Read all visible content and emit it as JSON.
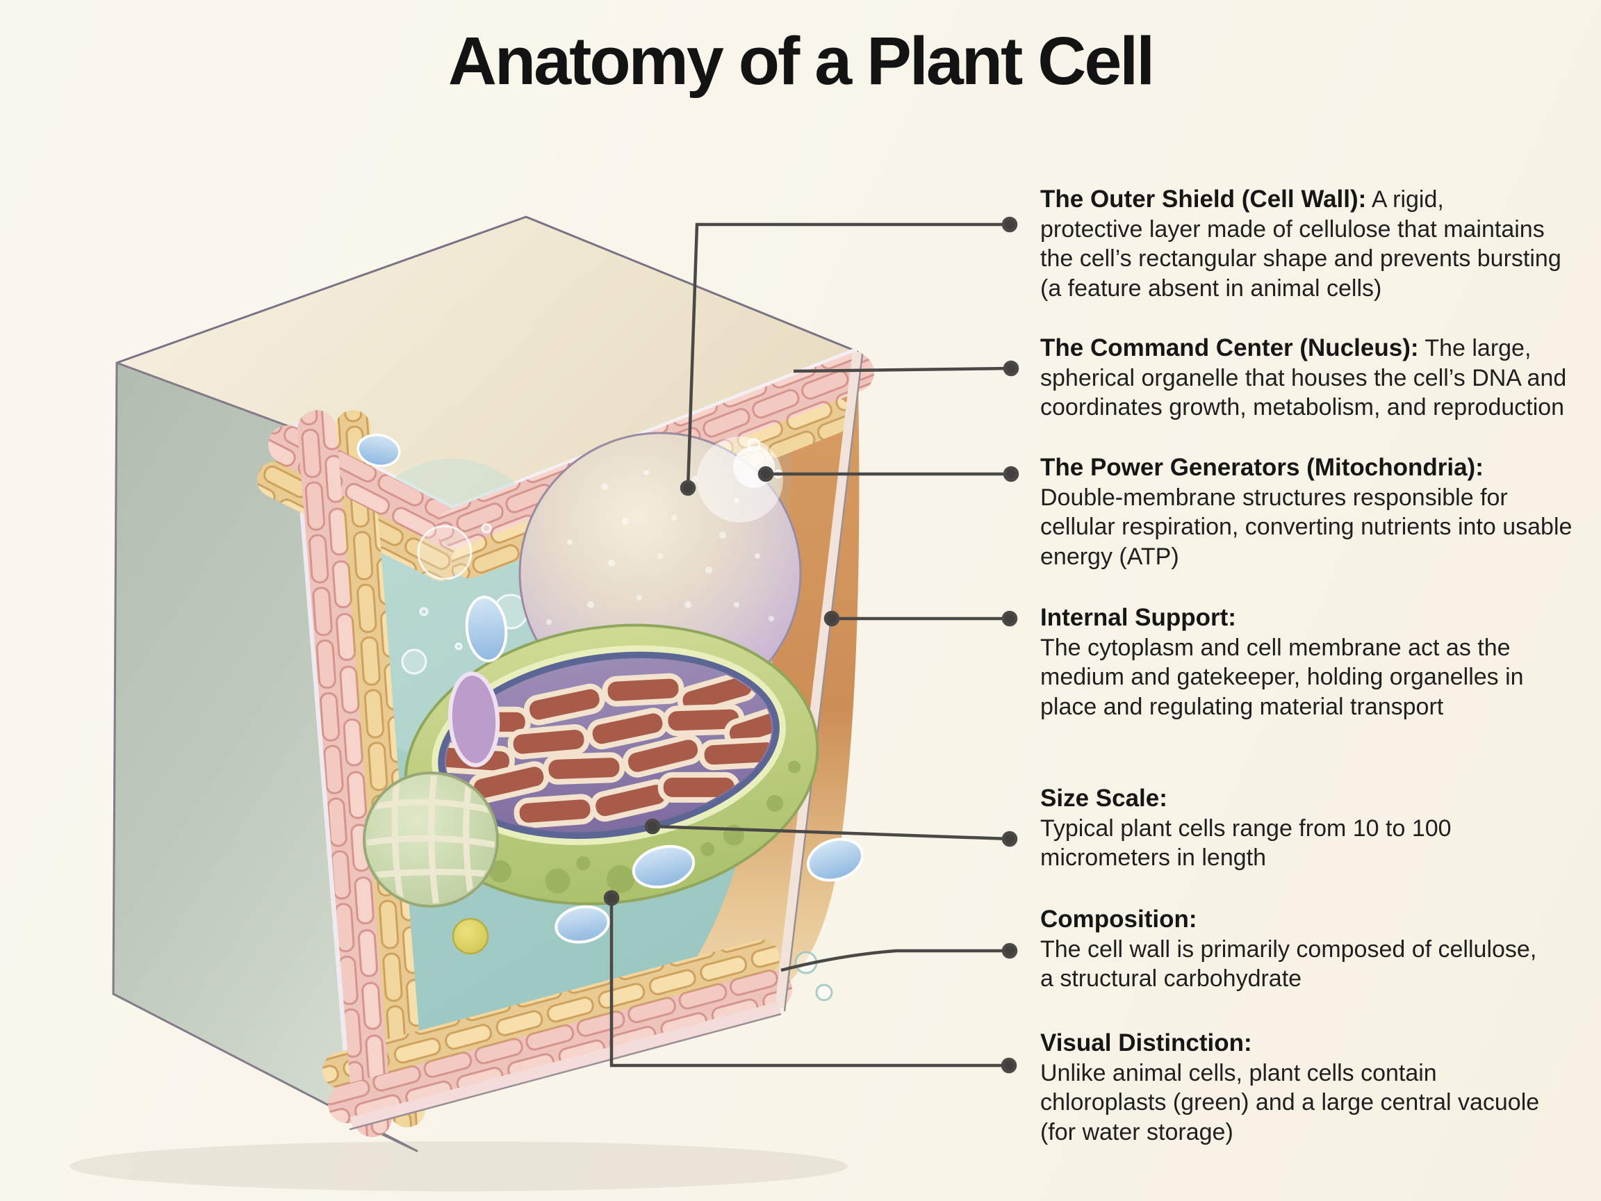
{
  "title": "Anatomy of a Plant Cell",
  "labels": [
    {
      "heading": "The Outer Shield (Cell Wall):",
      "suffix": " A rigid,",
      "lines": [
        "protective layer made of cellulose that maintains",
        "the cell’s rectangular shape and prevents bursting",
        "(a feature absent in animal cells)"
      ]
    },
    {
      "heading": "The Command Center (Nucleus):",
      "suffix": " The large,",
      "lines": [
        "spherical organelle that houses the cell’s DNA and",
        "coordinates growth, metabolism, and reproduction"
      ]
    },
    {
      "heading": "The Power Generators (Mitochondria):",
      "suffix": "",
      "lines": [
        "Double-membrane structures responsible for",
        "cellular respiration, converting nutrients into usable",
        "energy (ATP)"
      ]
    },
    {
      "heading": "Internal Support:",
      "suffix": "",
      "lines": [
        "The cytoplasm and cell membrane act as the",
        "medium and gatekeeper, holding organelles in",
        "place and regulating material transport"
      ]
    },
    {
      "heading": "Size Scale:",
      "suffix": "",
      "lines": [
        "Typical plant cells range from 10 to 100",
        "micrometers in length"
      ]
    },
    {
      "heading": "Composition:",
      "suffix": "",
      "lines": [
        "The cell wall is primarily composed of cellulose,",
        "a structural carbohydrate"
      ]
    },
    {
      "heading": "Visual Distinction:",
      "suffix": "",
      "lines": [
        "Unlike animal cells, plant cells contain",
        "chloroplasts (green) and a large central vacuole",
        "(for water storage)"
      ]
    }
  ],
  "colors": {
    "background": "#f8f4e9",
    "title_text": "#131313",
    "body_text": "#1f1f1f",
    "leader_line": "#4b4947",
    "cell_wall_pink": "#f3d0c9",
    "cell_wall_yellow": "#f3d9a3",
    "cytoplasm_teal": "#a9cfc8",
    "nucleus_lavender": "#d9c9df",
    "chloroplast_green": "#bcd186",
    "interior_orange": "#d59a66"
  }
}
